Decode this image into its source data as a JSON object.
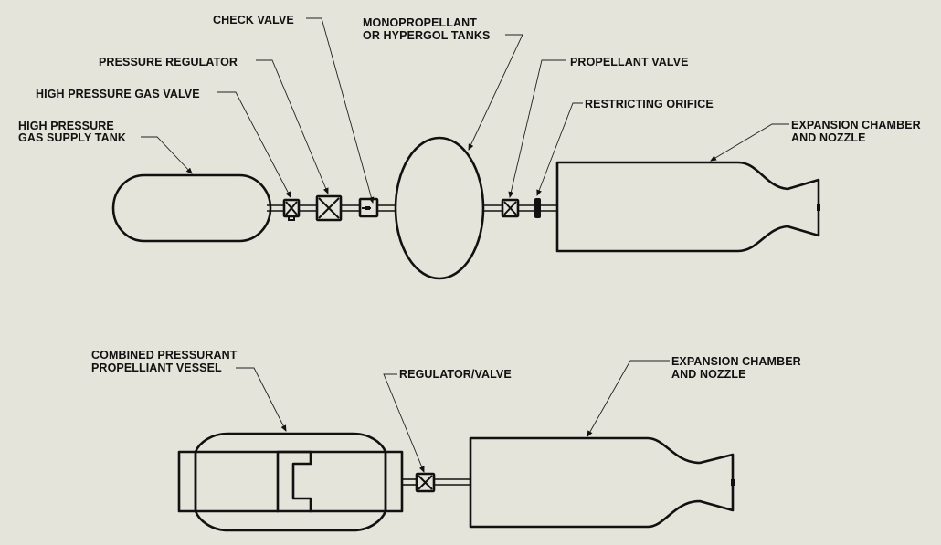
{
  "background_color": "#e4e4da",
  "line_color": "#111111",
  "diagrams": {
    "top": {
      "title": "Pressure-fed monopropellant / hypergol system",
      "labels": {
        "check_valve": [
          "CHECK VALVE"
        ],
        "pressure_regulator": [
          "PRESSURE REGULATOR"
        ],
        "hp_gas_valve": [
          "HIGH PRESSURE GAS VALVE"
        ],
        "hp_gas_tank": [
          "HIGH PRESSURE",
          "GAS SUPPLY TANK"
        ],
        "propellant_tanks": [
          "MONOPROPELLANT",
          "OR HYPERGOL TANKS"
        ],
        "propellant_valve": [
          "PROPELLANT VALVE"
        ],
        "restricting_orifice": [
          "RESTRICTING ORIFICE"
        ],
        "expansion_chamber": [
          "EXPANSION CHAMBER",
          "AND NOZZLE"
        ]
      }
    },
    "bottom": {
      "title": "Combined pressurant/propellant system",
      "labels": {
        "combined_vessel": [
          "COMBINED PRESSURANT",
          "PROPELLIANT VESSEL"
        ],
        "regulator_valve": [
          "REGULATOR/VALVE"
        ],
        "expansion_chamber": [
          "EXPANSION CHAMBER",
          "AND NOZZLE"
        ]
      }
    }
  }
}
